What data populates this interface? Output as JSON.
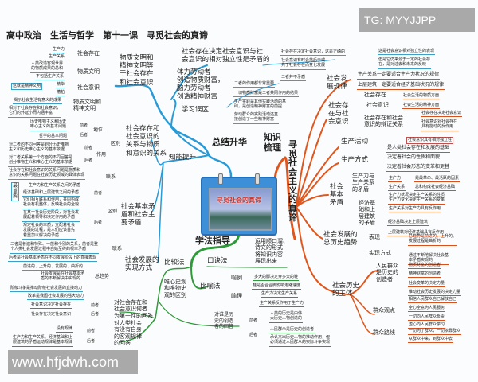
{
  "watermark_top": "TG: MYYJJPP",
  "watermark_bottom": "www.hfjdwh.com",
  "title": "高中政治　生活与哲学　第十一课　寻觅社会的真谛",
  "center": {
    "image_text": "寻觅社会的真谛",
    "colors": {
      "summary": "#2a9ad6",
      "knowledge": "#e0561c",
      "method": "#2e9a3a"
    }
  },
  "branches": {
    "summary": "总结升华",
    "knowledge": "知识梳理",
    "knowledge_title": "寻觅社会主义的真谛",
    "study": "学习误区",
    "ability": "知能提升",
    "method": "学法指导"
  },
  "top_left": {
    "hub": "物质文明和\n精神文明等\n于社会存在\n和社会意识",
    "existence": "社会存在",
    "prod_force": "生产力",
    "prod_rel": "生产关系",
    "material": "物质文明",
    "material_leaf1": "人类改造客观世界\n的物质成果的总和",
    "material_leaf2": "不包括生产关系",
    "consciousness": "社会意识",
    "essence": "精华",
    "dross": "糟粕",
    "is_spiritual": "这就是精神文明",
    "both": "物质文明和\n精神文明",
    "both_leaf1": "揭示社会生活有意义的成果",
    "both_leaf2": "相对于社会存在和社会意识，\n它们的外延小而内涵丰富"
  },
  "study": {
    "m1": "社会存在决定社会意识与社\n会意识的相对独立性是矛盾的",
    "m1_leaf1": "社会存在决定社会意识，这是正确的",
    "m1_leaf2": "社会意识有时会落后于或\n先于社会存在而变化发展",
    "m1_leaf3": "二者并不矛盾",
    "m1_leaf4": "这是社会意识相对独立性的表现",
    "m1_leaf5": "但是它仍来源于一定的社会存\n在，是对过去和未来的反映",
    "m2": "体力劳动者\n创造物质财富，\n脑力劳动者\n创造精神财富",
    "m2_leaf1": "二者的作用都非常重要",
    "m2_leaf2": "一切物质财富是二者共同作用的结果",
    "m2_leaf3": "生产实践是其他实践活动的基\n础，是创造精神财富的前提",
    "m2_leaf4": "劳动群众的实践活动还直\n接创造了一些精神财富"
  },
  "ability": {
    "rel": "社会存在和\n社会意识的\n关系与物质\n和意识的关系",
    "diff": "区别",
    "status": "地位",
    "role": "作用",
    "link": "联系",
    "former": "前者",
    "latter": "后者",
    "status_former": "历史唯物主义和历史\n唯心主义的基本问题",
    "status_latter": "哲学的基本问题",
    "role_former": "对二者的不同回答是划分历史唯物\n主义和历史唯心主义的基本依据",
    "role_latter": "对二者关系第一个方面的不同回答是\n划分唯物主义和唯心主义的基本依据",
    "rel_link": "社会存在和社会意识的关系问题是物质和\n意识的关系问题在社会历史领域的具体表现",
    "contra": "社会基本矛\n盾和社会主\n要矛盾",
    "most_important": "最\n重\n要",
    "c_former1": "生产力和生产关系之间的矛盾",
    "c_former2": "经济基础和上层建筑之间的矛盾",
    "c_former3": "它们相互联系和作用，共同构成\n社会有机整体，反映社会的全貌",
    "c_latter1": "在某一社会历史阶段，对社会发\n展起着领导和决定作用的矛盾",
    "c_latter2": "规定社会的本质，支配着社会\n发展的过程，是人们应该首先\n着重加以解决的矛盾",
    "c_link1": "二者是普遍和特殊、一般和个别的关系，前者是整\n个人类社会发展过程中自始至终的根本矛盾",
    "c_link2": "后者是社会基本矛盾在不同发展阶段上的直接表现",
    "dev": "社会发展的\n实现方式",
    "trend": "总趋势",
    "trend1": "前进的、上升的、发展的、曲折的",
    "trend2": "社会发展是在社会基本矛\n盾的不断解决中实现的",
    "trend3": "阶级斗争是推动阶级社会发展的直接动力",
    "trend4": "改革是我国社会发展的强大动力"
  },
  "knowledge": {
    "law": "社会发\n展规律",
    "law1": "生产关系一定要适合生产力状况的规律",
    "law2": "上层建筑一定要适合经济基础状况的规律",
    "ex": "社会存\n在与社\n会意识",
    "ex1": "社会存在",
    "ex1_leaf": "社会生活的物质方面",
    "ex2": "社会意识",
    "ex2_leaf": "社会生活的精神方面",
    "ex3": "社会存在和社会\n意识的辩证关系",
    "ex3_leaf1": "社会存在决定社会意识",
    "ex3_leaf2": "社会意识对社会存在\n具有能动的反作用",
    "ex3_box": "社会意识具有相对独立性",
    "pa": "生产活动",
    "pa_leaf": "是人类社会存在和发展的基础",
    "pm": "生产方式",
    "pm_leaf1": "决定着社会的性质和面貌",
    "pm_leaf2": "决定着社会形态的变革和更替",
    "bc": "社会\n基本\n矛盾",
    "bc1": "生产力与\n生产关系\n的矛盾",
    "bc1_a": "生产力",
    "bc1_a_leaf": "是最革命、最活跃的因素",
    "bc1_b": "生产关系",
    "bc1_b_leaf": "总和构成社会经济基础",
    "bc1_c": "生产力状况决定生产关系的性质\n生产力变化决定生产关系的变革",
    "bc1_d": "生产关系对生产力具有反作用",
    "bc2": "经济基\n础和上\n层建筑\n的矛盾",
    "bc2_a": "经济基础决定上层建筑",
    "bc2_b": "上层建筑对经济基础具有反作用",
    "trend": "社会发展的\n总历史趋势",
    "tr_show": "表现",
    "tr_show_leaf": "总趋势是前进的、上升的、\n发展过程是曲折的",
    "tr_way": "实现方式",
    "tr_way_leaf": "通过不断地解决社会基\n本矛盾实现的",
    "subject": "社会历史\n的主体",
    "people": "人民群众\n是历史的\n创造者",
    "people1": "物质财富的创造者",
    "people2": "精神财富的创造者",
    "people3": "社会变革的决定力量",
    "people4": "推动社会历史发展的决定力量",
    "view": "群众观点",
    "view1": "相信人民群众自己解放自己",
    "view2": "全心全意为人民服务",
    "view3": "一切向人民群众负责",
    "view4": "虚心向人民群众学习",
    "line": "群众路线",
    "line1": "一切为了群众，一切依靠群众",
    "line2": "从群众中来，到群众中去"
  },
  "method": {
    "rhyme": "口诀法",
    "rhyme_leaf": "运用顺口溜、\n诗文的形式\n将知识内容\n展现出来",
    "compare": "比较法",
    "compare_sub": "唯心史观\n和唯物史\n观的区别",
    "metaphor": "比喻法",
    "example": "喻例",
    "example1": "多大的脚决定穿多大的鞋",
    "example2": "鞋是否合合脚影响走路速度",
    "reason": "喻理",
    "reason1": "生产力决定生产关系",
    "reason2": "生产关系反作用于生产力",
    "q1": "对社会存在和\n社会意识何者\n为第一性的回答",
    "q1_former": "社会意识决定社会存在",
    "q1_latter": "社会存在决定社会意识",
    "q2": "对人类社会\n有没有自身\n的客观规律\n的回答",
    "q2_former": "没有规律",
    "q2_latter": "生产力和生产关系、经济基础和上\n层建筑的矛盾运动规律是基本规律",
    "q3": "对谁是历\n史的创造\n者的回答",
    "q3_former": "人类的历史是由伟\n大历史人物创造的",
    "q3_latter1": "人民群众是历史的创造者",
    "q3_latter2": "承认杰出历史人物的推动作用，但\n必须通过人民群众的实际斗争实现",
    "former": "前者",
    "latter": "后者"
  }
}
